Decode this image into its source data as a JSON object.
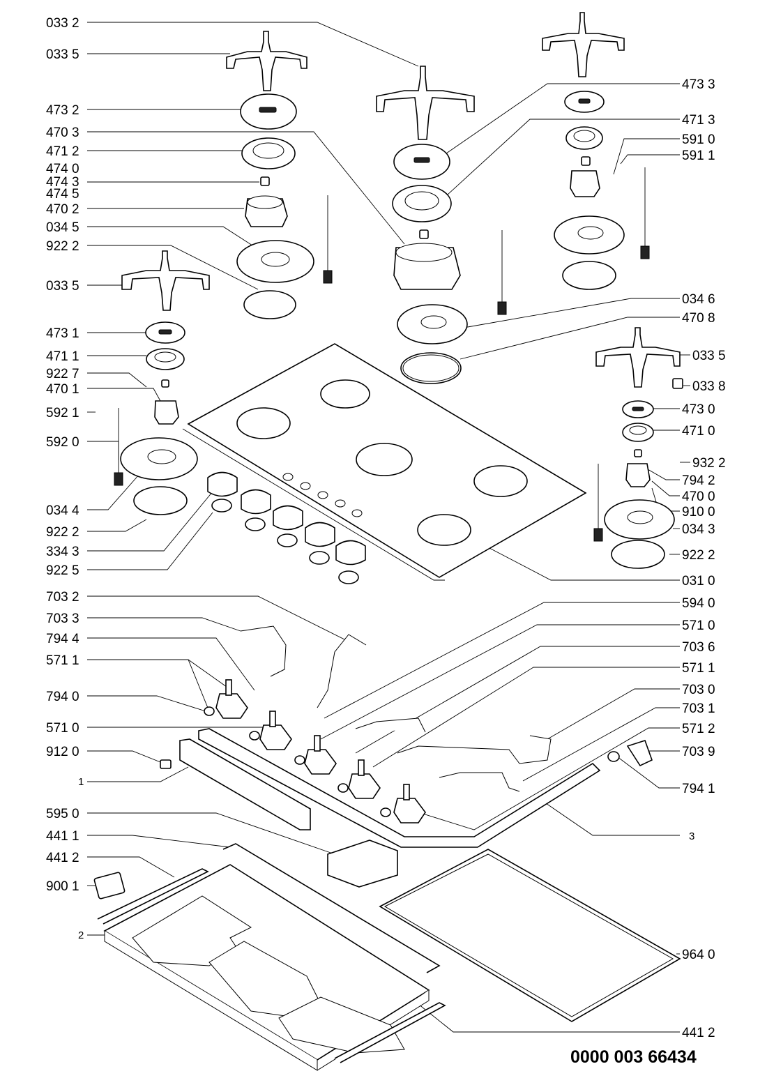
{
  "labels_left": [
    {
      "id": "033-2",
      "text": "033 2"
    },
    {
      "id": "033-5-a",
      "text": "033 5"
    },
    {
      "id": "473-2",
      "text": "473 2"
    },
    {
      "id": "470-3",
      "text": "470 3"
    },
    {
      "id": "471-2",
      "text": "471 2"
    },
    {
      "id": "474-0",
      "text": "474 0"
    },
    {
      "id": "474-3",
      "text": "474 3"
    },
    {
      "id": "474-5",
      "text": "474 5"
    },
    {
      "id": "470-2",
      "text": "470 2"
    },
    {
      "id": "034-5",
      "text": "034 5"
    },
    {
      "id": "922-2-a",
      "text": "922 2"
    },
    {
      "id": "033-5-b",
      "text": "033 5"
    },
    {
      "id": "473-1",
      "text": "473 1"
    },
    {
      "id": "471-1",
      "text": "471 1"
    },
    {
      "id": "922-7",
      "text": "922 7"
    },
    {
      "id": "470-1",
      "text": "470 1"
    },
    {
      "id": "592-1",
      "text": "592 1"
    },
    {
      "id": "592-0",
      "text": "592 0"
    },
    {
      "id": "034-4",
      "text": "034 4"
    },
    {
      "id": "922-2-b",
      "text": "922 2"
    },
    {
      "id": "334-3",
      "text": "334 3"
    },
    {
      "id": "922-5",
      "text": "922 5"
    },
    {
      "id": "703-2",
      "text": "703 2"
    },
    {
      "id": "703-3",
      "text": "703 3"
    },
    {
      "id": "794-4",
      "text": "794 4"
    },
    {
      "id": "571-1-a",
      "text": "571 1"
    },
    {
      "id": "794-0",
      "text": "794 0"
    },
    {
      "id": "571-0-a",
      "text": "571 0"
    },
    {
      "id": "912-0",
      "text": "912 0"
    },
    {
      "id": "1",
      "text": "1"
    },
    {
      "id": "595-0",
      "text": "595 0"
    },
    {
      "id": "441-1",
      "text": "441 1"
    },
    {
      "id": "441-2-a",
      "text": "441 2"
    },
    {
      "id": "900-1",
      "text": "900 1"
    },
    {
      "id": "2",
      "text": "2"
    }
  ],
  "labels_right": [
    {
      "id": "473-3",
      "text": "473 3"
    },
    {
      "id": "471-3",
      "text": "471 3"
    },
    {
      "id": "591-0",
      "text": "591 0"
    },
    {
      "id": "591-1",
      "text": "591 1"
    },
    {
      "id": "034-6",
      "text": "034 6"
    },
    {
      "id": "470-8",
      "text": "470 8"
    },
    {
      "id": "033-5-c",
      "text": "033 5"
    },
    {
      "id": "033-8",
      "text": "033 8"
    },
    {
      "id": "473-0",
      "text": "473 0"
    },
    {
      "id": "471-0",
      "text": "471 0"
    },
    {
      "id": "932-2",
      "text": "932 2"
    },
    {
      "id": "794-2",
      "text": "794 2"
    },
    {
      "id": "470-0",
      "text": "470 0"
    },
    {
      "id": "910-0",
      "text": "910 0"
    },
    {
      "id": "034-3",
      "text": "034 3"
    },
    {
      "id": "922-2-c",
      "text": "922 2"
    },
    {
      "id": "031-0",
      "text": "031 0"
    },
    {
      "id": "594-0",
      "text": "594 0"
    },
    {
      "id": "571-0-b",
      "text": "571 0"
    },
    {
      "id": "703-6",
      "text": "703 6"
    },
    {
      "id": "571-1-b",
      "text": "571 1"
    },
    {
      "id": "703-0",
      "text": "703 0"
    },
    {
      "id": "703-1",
      "text": "703 1"
    },
    {
      "id": "571-2",
      "text": "571 2"
    },
    {
      "id": "703-9",
      "text": "703 9"
    },
    {
      "id": "794-1",
      "text": "794 1"
    },
    {
      "id": "3",
      "text": "3"
    },
    {
      "id": "964-0",
      "text": "964 0"
    },
    {
      "id": "441-2-b",
      "text": "441 2"
    }
  ],
  "document_code": "0000 003 66434"
}
